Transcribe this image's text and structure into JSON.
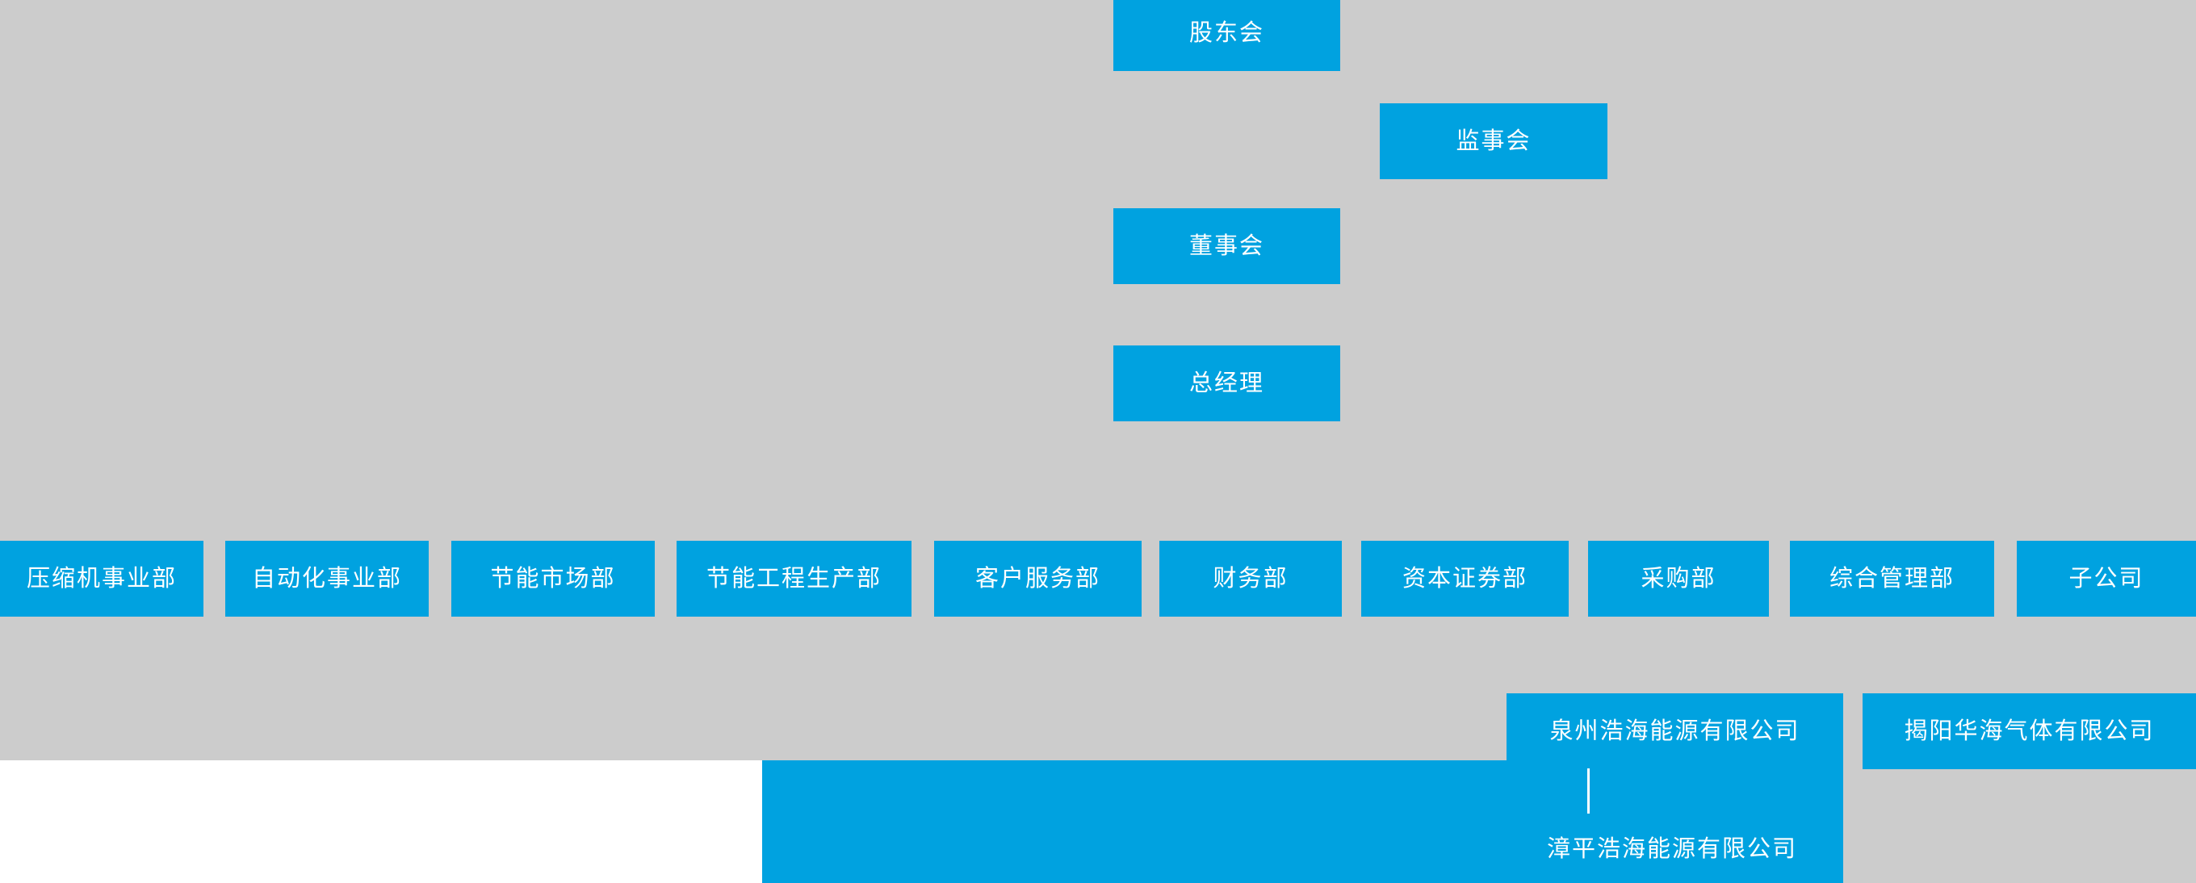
{
  "colors": {
    "node_fill": "#00a2e0",
    "node_text": "#ffffff",
    "chart_background": "#cccccc",
    "page_background": "#ffffff"
  },
  "chart": {
    "type": "org-chart",
    "governance": [
      {
        "label": "股东会"
      },
      {
        "label": "监事会"
      },
      {
        "label": "董事会"
      },
      {
        "label": "总经理"
      }
    ],
    "departments": [
      {
        "label": "压缩机事业部"
      },
      {
        "label": "自动化事业部"
      },
      {
        "label": "节能市场部"
      },
      {
        "label": "节能工程生产部"
      },
      {
        "label": "客户服务部"
      },
      {
        "label": "财务部"
      },
      {
        "label": "资本证券部"
      },
      {
        "label": "采购部"
      },
      {
        "label": "综合管理部"
      },
      {
        "label": "子公司"
      }
    ],
    "subsidiaries": [
      {
        "label": "泉州浩海能源有限公司"
      },
      {
        "label": "揭阳华海气体有限公司"
      },
      {
        "label": "漳平浩海能源有限公司"
      }
    ]
  }
}
